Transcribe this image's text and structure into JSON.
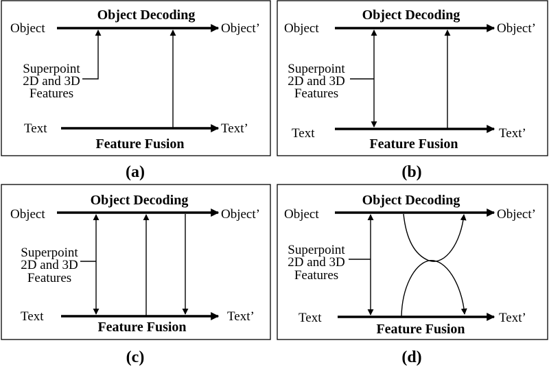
{
  "labels": {
    "object_in": "Object",
    "object_out": "Object’",
    "text_in": "Text",
    "text_out": "Text’",
    "superpoint_line1": "Superpoint",
    "superpoint_line2": "2D and 3D",
    "superpoint_line3": "Features",
    "object_decoding": "Object  Decoding",
    "feature_fusion": "Feature Fusion"
  },
  "panels": [
    {
      "caption": "(a)"
    },
    {
      "caption": "(b)"
    },
    {
      "caption": "(c)"
    },
    {
      "caption": "(d)"
    }
  ]
}
